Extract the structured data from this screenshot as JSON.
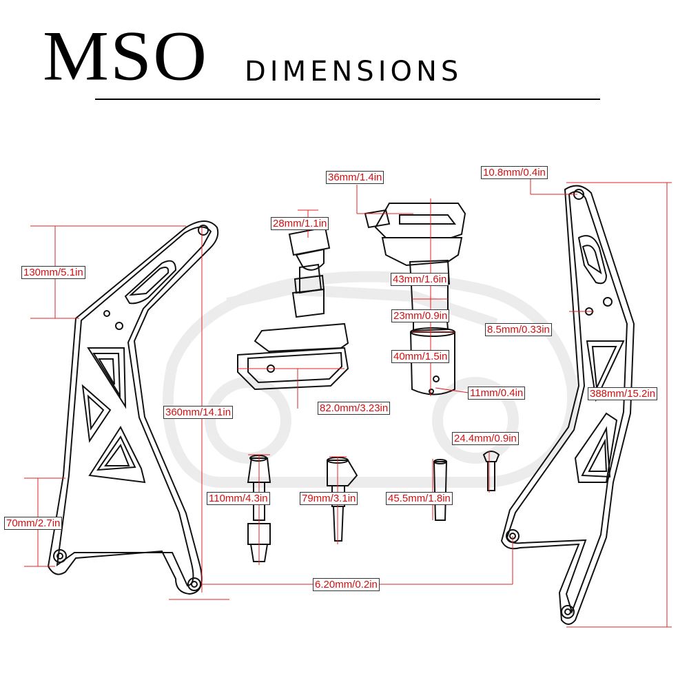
{
  "header": {
    "brand": "MSO",
    "title": "DIMENSIONS"
  },
  "colors": {
    "dimension_text": "#d01010",
    "dimension_line": "#e02020",
    "outline": "#111111",
    "watermark": "#ececec"
  },
  "dimensions": {
    "bracket_slot_height": "130mm/5.1in",
    "bracket_height_left": "360mm/14.1in",
    "bracket_lower_height": "70mm/2.7in",
    "slider_cap_left": "28mm/1.1in",
    "slider_cap_right": "36mm/1.4in",
    "slider_body_length": "43mm/1.6in",
    "slider_neck_diameter": "23mm/0.9in",
    "slider_base_diameter": "40mm/1.5in",
    "slider_hole": "11mm/0.4in",
    "slider_base_width": "82.0mm/3.23in",
    "top_hole_right": "10.8mm/0.4in",
    "mid_hole_right": "8.5mm/0.33in",
    "bracket_height_right": "388mm/15.2in",
    "long_bolt": "110mm/4.3in",
    "medium_bolt": "79mm/3.1in",
    "pin": "45.5mm/1.8in",
    "short_screw": "24.4mm/0.9in",
    "mount_hole": "6.20mm/0.2in"
  }
}
